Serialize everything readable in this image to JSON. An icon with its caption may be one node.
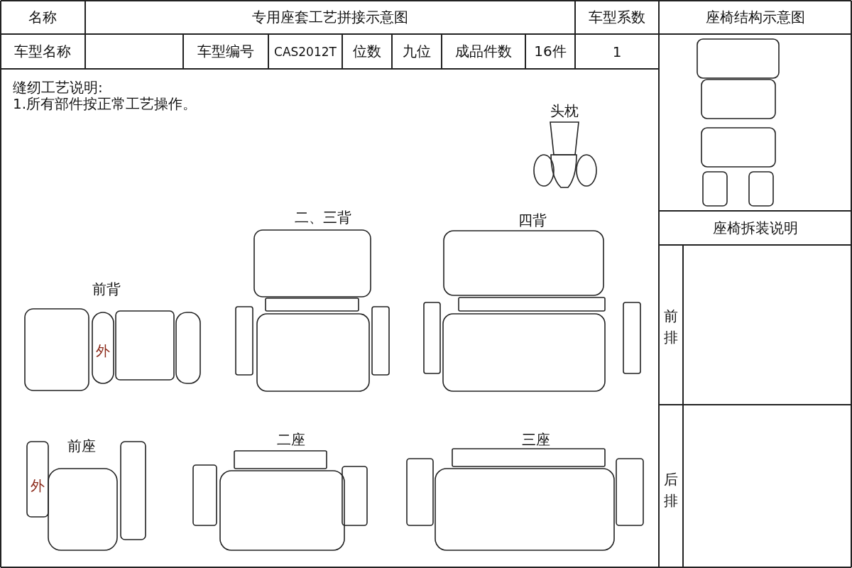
{
  "diagram": {
    "labels": [
      "名称",
      "专用座套工艺拼接示意图",
      "车型系数",
      "座椅结构示意图",
      "车型名称",
      "车型编号",
      "CAS2012T",
      "位数",
      "九位",
      "成品件数",
      "16件",
      "1",
      "缝纫工艺说明:",
      "1.所有部件按正常工艺操作。",
      "头枕",
      "二、三背",
      "四背",
      "座椅拆装说明",
      "前背",
      "外",
      "前排",
      "前座",
      "二座",
      "三座",
      "外",
      "后排"
    ]
  }
}
